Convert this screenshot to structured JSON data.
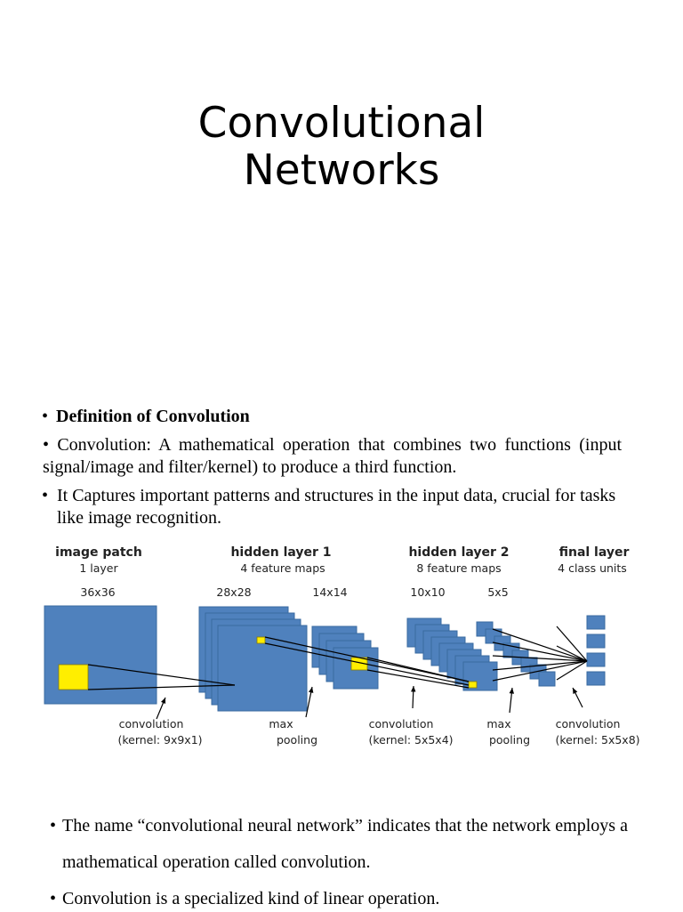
{
  "slide": {
    "title_line1": "Convolutional",
    "title_line2": "Networks"
  },
  "bullets": {
    "definition_heading": "Definition of Convolution",
    "definition_text": "• Convolution: A mathematical operation that combines two functions (input signal/image and filter/kernel) to produce a third function.",
    "captures_text": "It Captures important patterns and structures in the input data, crucial for tasks like image recognition.",
    "name_text": "The name “convolutional neural network” indicates that the network employs a mathematical operation called convolution.",
    "linear_text": "Convolution is a specialized kind of linear operation.",
    "bullet_char": "•"
  },
  "diagram": {
    "stages": [
      {
        "title": "image patch",
        "subtitle": "1 layer"
      },
      {
        "title": "hidden layer 1",
        "subtitle": "4 feature maps"
      },
      {
        "title": "hidden layer 2",
        "subtitle": "8 feature maps"
      },
      {
        "title": "final layer",
        "subtitle": "4 class units"
      }
    ],
    "sizes": [
      "36x36",
      "28x28",
      "14x14",
      "10x10",
      "5x5"
    ],
    "operations": [
      {
        "name": "convolution",
        "detail": "(kernel: 9x9x1)"
      },
      {
        "name": "max",
        "detail": "pooling"
      },
      {
        "name": "convolution",
        "detail": "(kernel: 5x5x4)"
      },
      {
        "name": "max",
        "detail": "pooling"
      },
      {
        "name": "convolution",
        "detail": "(kernel: 5x5x8)"
      }
    ],
    "colors": {
      "map_fill": "#4f81bd",
      "map_stroke": "#3a6aa0",
      "patch_fill": "#ffee00",
      "line": "#000000"
    }
  }
}
